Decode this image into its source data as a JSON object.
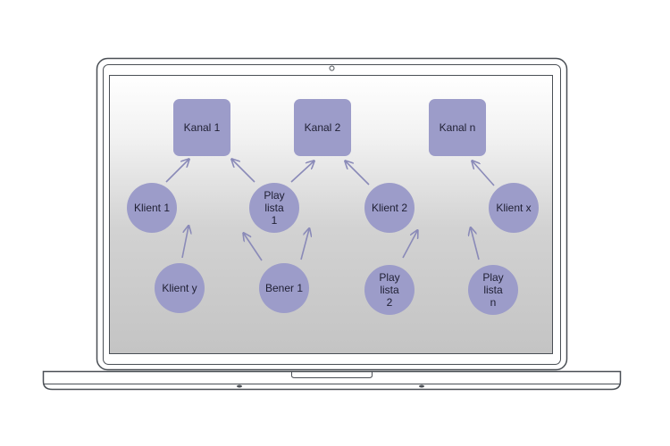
{
  "colors": {
    "node_fill": "#9c9cc9",
    "arrow": "#8a8ab8",
    "screen_top": "#ffffff",
    "screen_bottom": "#c4c4c4",
    "frame_stroke": "#4a4f55"
  },
  "nodes": {
    "kanal_1": "Kanal 1",
    "kanal_2": "Kanal 2",
    "kanal_n": "Kanal n",
    "klient_1": "Klient 1",
    "play_lista_1_line1": "Play lista",
    "play_lista_1_line2": "1",
    "klient_2": "Klient 2",
    "klient_x": "Klient x",
    "klient_y": "Klient y",
    "bener_1": "Bener 1",
    "play_lista_2_line1": "Play lista",
    "play_lista_2_line2": "2",
    "play_lista_n_line1": "Play lista",
    "play_lista_n_line2": "n"
  }
}
